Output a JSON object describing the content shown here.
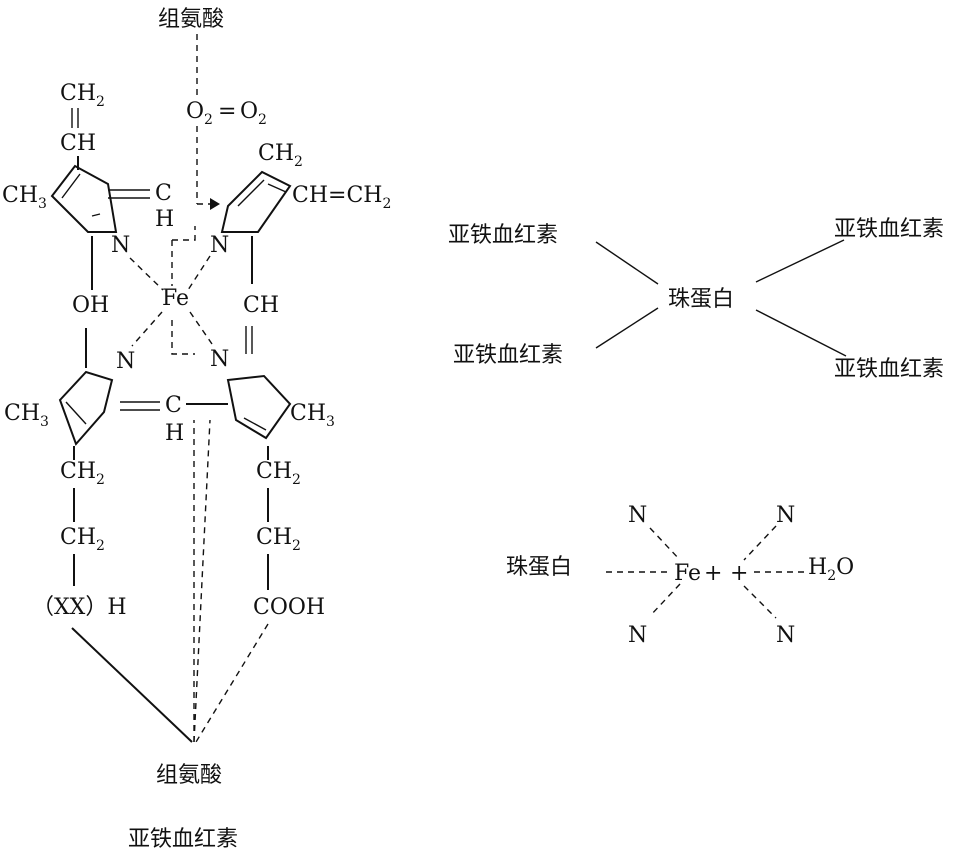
{
  "heme_structure": {
    "top_label": "组氨酸",
    "oxygen": "O",
    "oxygen_sub": "2",
    "oxygen_eq": "=",
    "vinyl_left_ch2": "CH",
    "vinyl_left_ch2_sub": "2",
    "vinyl_left_ch": "CH",
    "ch3_left": "CH",
    "ch3_sub": "3",
    "methine_c_top": "C",
    "methine_h_top": "H",
    "n_top_left": "N",
    "n_top_right": "N",
    "oh": "OH",
    "fe": "Fe",
    "ch2_right_top": "CH",
    "ch2_right_top_sub": "2",
    "vinyl_right": "CH=CH",
    "vinyl_right_sub": "2",
    "ch_right": "CH",
    "n_bot_left": "N",
    "n_bot_right": "N",
    "ch3_bot_left": "CH",
    "ch3_bot_right": "CH",
    "methine_c_bot": "C",
    "methine_h_bot": "H",
    "chain_left_ch2_a": "CH",
    "chain_left_ch2_b": "CH",
    "chain_left_end": "（XX）H",
    "chain_right_ch2_a": "CH",
    "chain_right_ch2_b": "CH",
    "chain_right_end": "COOH",
    "bottom_label": "组氨酸",
    "caption": "亚铁血红素"
  },
  "globin_diagram": {
    "center": "珠蛋白",
    "heme_tl": "亚铁血红素",
    "heme_tr": "亚铁血红素",
    "heme_bl": "亚铁血红素",
    "heme_br": "亚铁血红素"
  },
  "coordination": {
    "globin": "珠蛋白",
    "fe": "Fe",
    "plus": "+",
    "water": "H",
    "water_sub": "2",
    "water_end": "O",
    "n_tl": "N",
    "n_bl": "N",
    "n_tr": "N",
    "n_br": "N"
  }
}
